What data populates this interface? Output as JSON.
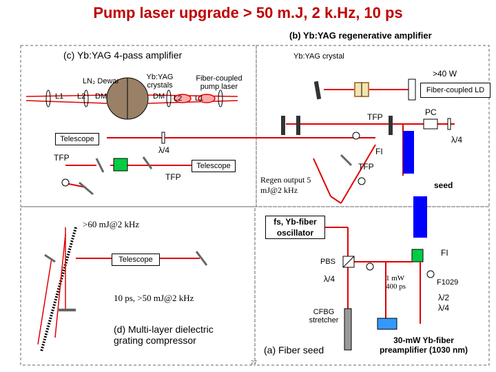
{
  "title": "Pump laser upgrade > 50 m.J, 2 k.Hz, 10 ps",
  "sections": {
    "b": "(b) Yb:YAG regenerative amplifier",
    "c": "(c) Yb:YAG 4-pass amplifier",
    "d": "(d) Multi-layer dielectric grating compressor",
    "a": "(a) Fiber seed"
  },
  "labels": {
    "yb_crystal": "Yb:YAG crystal",
    "gt40w": ">40 W",
    "fiber_ld": "Fiber-coupled LD",
    "tfp": "TFP",
    "pc": "PC",
    "lambda4": "λ/4",
    "lambda2": "λ/2",
    "fi": "FI",
    "telescope": "Telescope",
    "regen_output": "Regen output 5 mJ@2 kHz",
    "seed": "seed",
    "ln2": "LN₂ Dewar",
    "l1": "L1",
    "l2": "L2",
    "dm": "DM",
    "yb_crystals": "Yb:YAG crystals",
    "fiber_pump": "Fiber-coupled pump laser",
    "gt60": ">60 mJ@2 kHz",
    "compressed": "10 ps, >50 mJ@2 kHz",
    "osc": "fs, Yb-fiber oscillator",
    "pbs": "PBS",
    "cfbg": "CFBG stretcher",
    "one_mw": "1 mW 400 ps",
    "f1029": "F1029",
    "preamp": "30-mW Yb-fiber preamplifier (1030 nm)",
    "page": "27"
  }
}
